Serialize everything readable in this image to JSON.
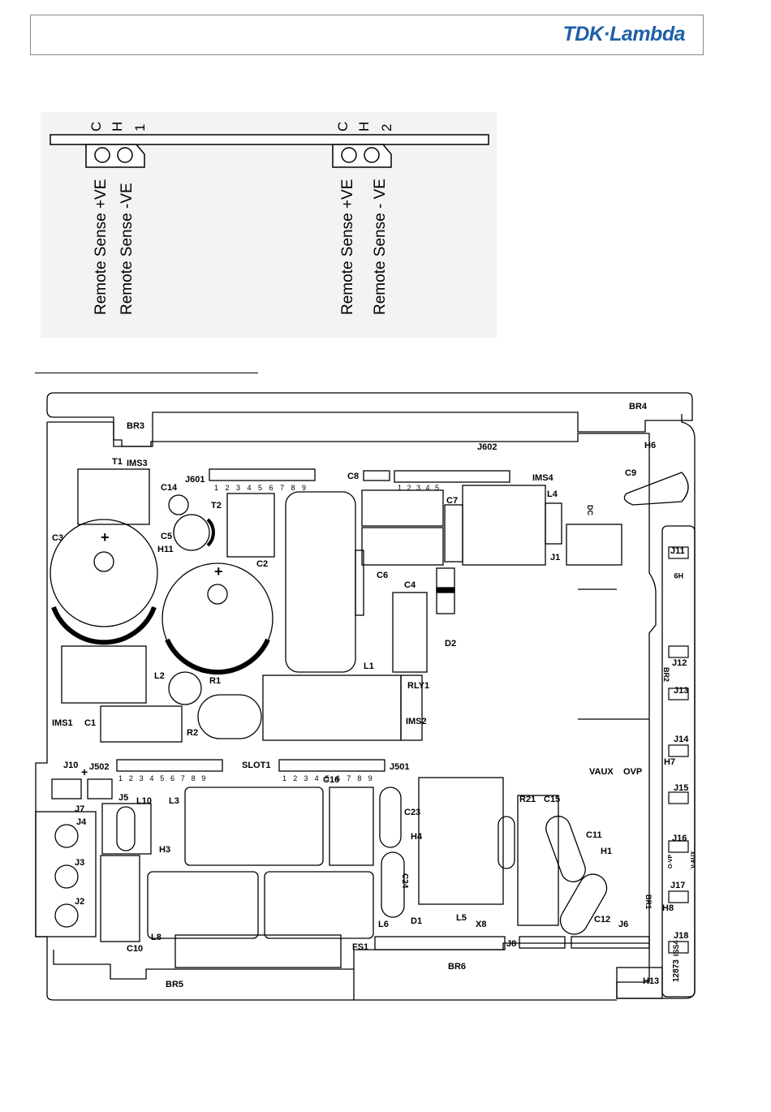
{
  "header": {
    "logo_text": "TDK·Lambda",
    "logo_color": "#1f5fa8"
  },
  "sense_connector": {
    "channel_1": {
      "pin_c": "C",
      "pin_h": "H",
      "number": "1",
      "label_pos": "Remote Sense +VE",
      "label_neg": "Remote Sense -VE"
    },
    "channel_2": {
      "pin_c": "C",
      "pin_h": "H",
      "number": "2",
      "label_pos": "Remote Sense +VE",
      "label_neg": "Remote Sense - VE"
    }
  },
  "board": {
    "bridges": [
      "BR3",
      "BR4",
      "BR2",
      "BR1",
      "BR5",
      "BR6"
    ],
    "connectors": {
      "J601": {
        "label": "J601",
        "pins": [
          "1",
          "2",
          "3",
          "4",
          "5",
          "6",
          "7",
          "8",
          "9"
        ]
      },
      "J602": {
        "label": "J602",
        "pins": [
          "1",
          "2",
          "3",
          "4",
          "5"
        ]
      },
      "J502": {
        "label": "J502",
        "pins": [
          "1",
          "2",
          "3",
          "4",
          "5",
          "6",
          "7",
          "8",
          "9"
        ]
      },
      "J501": {
        "label": "J501",
        "pins": [
          "1",
          "2",
          "3",
          "4",
          "5",
          "6",
          "7",
          "8",
          "9"
        ]
      }
    },
    "labels": {
      "T1": "T1",
      "IMS3": "IMS3",
      "C14": "C14",
      "T2": "T2",
      "C5": "C5",
      "H11": "H11",
      "C3": "C3",
      "C2": "C2",
      "L2": "L2",
      "R1": "R1",
      "R2": "R2",
      "C1": "C1",
      "IMS1": "IMS1",
      "C8": "C8",
      "IMS4": "IMS4",
      "L4": "L4",
      "C7": "C7",
      "J1": "J1",
      "C6": "C6",
      "C4": "C4",
      "D2": "D2",
      "L1": "L1",
      "RLY1": "RLY1",
      "IMS2": "IMS2",
      "C9": "C9",
      "H6": "H6",
      "DC": "DC",
      "J11": "J11",
      "H9": "H9",
      "J12": "J12",
      "J13": "J13",
      "J14": "J14",
      "H7": "H7",
      "J15": "J15",
      "J16": "J16",
      "J17": "J17",
      "H8": "H8",
      "J18": "J18",
      "H13": "H13",
      "ISS4": "ISS4",
      "board_no": "12873",
      "J10": "J10",
      "J7": "J7",
      "J5": "J5",
      "L10": "L10",
      "L3": "L3",
      "J4": "J4",
      "J3": "J3",
      "J2": "J2",
      "H3": "H3",
      "C10": "C10",
      "L8": "L8",
      "SLOT1": "SLOT1",
      "C16": "C16",
      "C23": "C23",
      "H4": "H4",
      "C24": "C24",
      "L6": "L6",
      "FS1": "FS1",
      "D1": "D1",
      "L5": "L5",
      "X8": "X8",
      "J8": "J8",
      "R21": "R21",
      "C15": "C15",
      "C11": "C11",
      "H1": "H1",
      "C12": "C12",
      "J6": "J6",
      "VAUX": "VAUX",
      "OVP": "OVP",
      "OVP_small": "O-VP",
      "VAUX_small": "V-AUX",
      "plus": "+"
    }
  }
}
